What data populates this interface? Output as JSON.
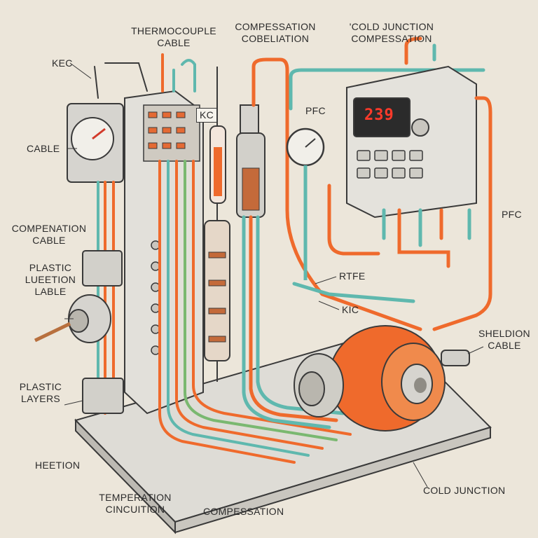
{
  "labels": {
    "thermocouple_cable": {
      "line1": "THERMOCOUPLE",
      "line2": "CABLE"
    },
    "compessation_cobeliation": {
      "line1": "COMPESSATION",
      "line2": "COBELIATION"
    },
    "cold_junction_compessation": {
      "line1": "'COLD JUNCTION",
      "line2": "COMPESSATION"
    },
    "kec": "KEC",
    "kc_tag": "KC",
    "pfc_top": "PFC",
    "cable_left": "CABLE",
    "pfc_right": "PFC",
    "compenation_cable": {
      "line1": "COMPENATION",
      "line2": "CABLE"
    },
    "plastic_lueetion_lable": {
      "line1": "PLASTIC",
      "line2": "LUEETION",
      "line3": "LABLE"
    },
    "rtfe": "RTFE",
    "kic": "KIC",
    "sheldion_cable": {
      "line1": "SHELDION",
      "line2": "CABLE"
    },
    "plastic_layers": {
      "line1": "PLASTIC",
      "line2": "LAYERS"
    },
    "heetion": "HEETION",
    "temperation_circuition": {
      "line1": "TEMPERATION",
      "line2": "CINCUITION"
    },
    "compessation_bottom": "COMPESSATION",
    "cold_junction": "COLD JUNCTION"
  },
  "display": {
    "reading": "239"
  },
  "colors": {
    "background": "#ece6da",
    "wire_orange": "#ef6a2c",
    "wire_teal": "#5fb8ae",
    "wire_green": "#7ab870",
    "panel_grey": "#d9d7d2",
    "outline": "#3a3a3a",
    "display_red": "#ff3a2a"
  }
}
